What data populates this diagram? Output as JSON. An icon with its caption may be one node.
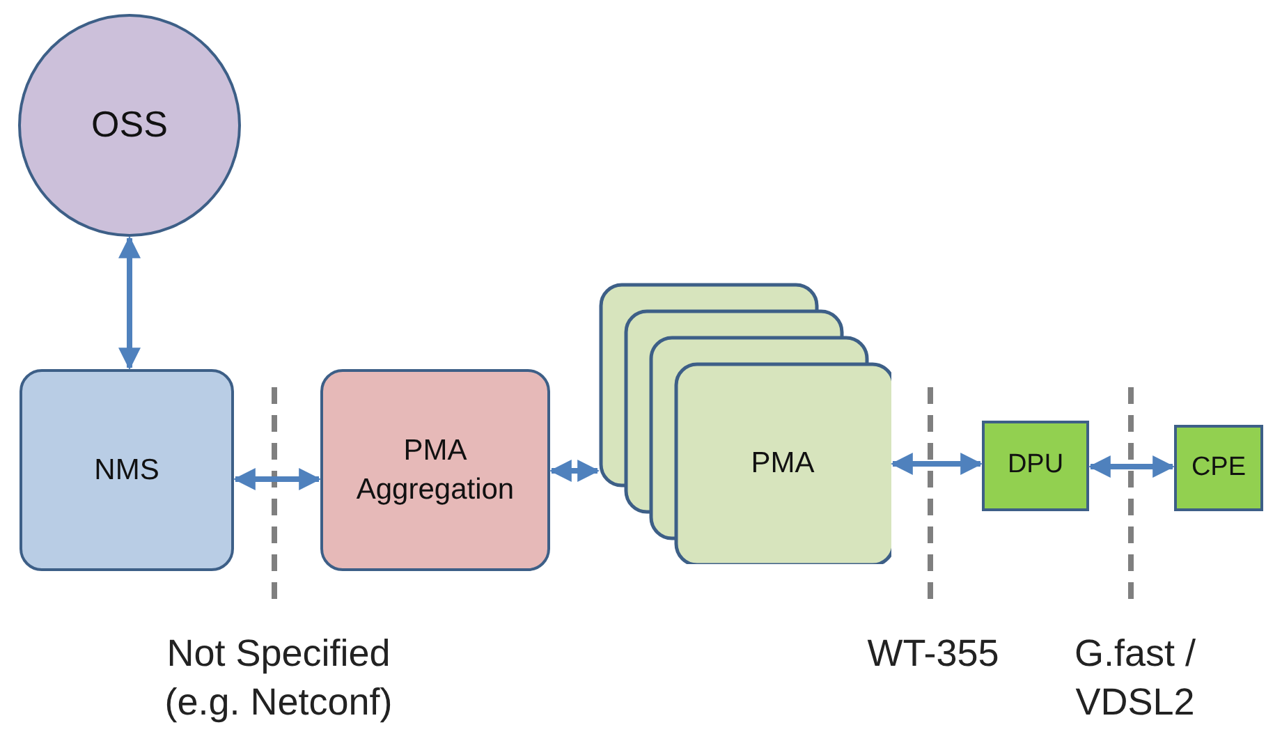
{
  "diagram": {
    "nodes": [
      {
        "text": [
          "OSS"
        ]
      },
      {
        "text": [
          "NMS"
        ]
      },
      {
        "text": [
          "PMA Aggregation"
        ]
      },
      {
        "text": [
          "PMA"
        ]
      },
      {
        "text": [
          "DPU"
        ]
      },
      {
        "text": [
          "CPE"
        ]
      }
    ],
    "edges": [
      {
        "from": 0,
        "to": 1,
        "arrow": "both"
      },
      {
        "from": 1,
        "to": 2,
        "arrow": "both"
      },
      {
        "from": 2,
        "to": 3,
        "arrow": "both"
      },
      {
        "from": 3,
        "to": 4,
        "arrow": "both"
      },
      {
        "from": 4,
        "to": 5,
        "arrow": "both"
      }
    ],
    "labels": [
      "Not Specified (e.g. Netconf)",
      "WT-355",
      "G.fast / VDSL2"
    ]
  }
}
